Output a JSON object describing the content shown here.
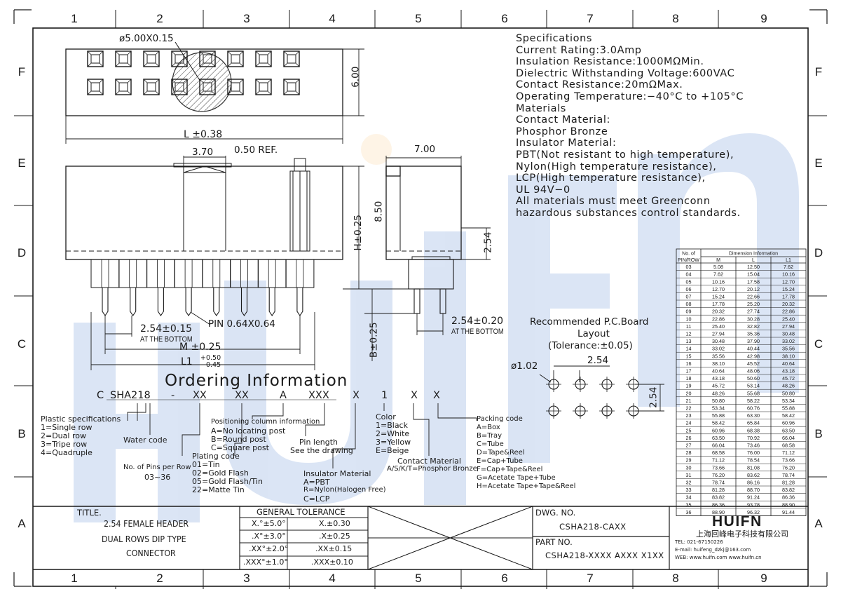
{
  "grid": {
    "columns": [
      "1",
      "2",
      "3",
      "4",
      "5",
      "6",
      "7",
      "8",
      "9"
    ],
    "rows": [
      "F",
      "E",
      "D",
      "C",
      "B",
      "A"
    ]
  },
  "watermark": "HUIFN",
  "dimensions": {
    "hole": "ø5.00X0.15",
    "height_top": "6.00",
    "length_top": "L ±0.38",
    "offset": "3.70",
    "ref": "0.50 REF.",
    "height_h": "H±0.25",
    "height_850": "8.50",
    "side_width": "7.00",
    "side_254": "2.54",
    "pitch": "2.54±0.15",
    "pitch_note": "AT THE BOTTOM",
    "pin": "PIN 0.64X0.64",
    "m": "M ±0.25",
    "l1": "L1",
    "l1_plus": "+0.50",
    "l1_minus": "−0.45",
    "b": "B±0.25",
    "side_pitch": "2.54±0.20",
    "side_pitch_note": "AT THE BOTTOM"
  },
  "specifications": [
    "Specifications",
    "Current Rating:3.0Amp",
    "Insulation Resistance:1000MΩMin.",
    "Dielectric Withstanding Voltage:600VAC",
    "Contact Resistance:20mΩMax.",
    "Operating Temperature:−40°C to +105°C",
    "Materials",
    "Contact Material:",
    "Phosphor Bronze",
    "Insulator Material:",
    "PBT(Not resistant to high temperature),",
    "Nylon(High temperature resistance),",
    "LCP(High temperature resistance),",
    "UL 94V−0",
    "All materials must meet Greenconn",
    "hazardous substances control standards."
  ],
  "pcb": {
    "title": "Recommended P.C.Board",
    "layout": "Layout",
    "tolerance": "(Tolerance:±0.05)",
    "hole": "ø1.02",
    "pitch_h": "2.54",
    "pitch_v": "2.54"
  },
  "ordering": {
    "title": "Ordering Information",
    "code_parts": [
      "C",
      "SHA218",
      "-",
      "XX",
      "XX",
      "A",
      "XXX",
      "X",
      "1",
      "X",
      "X"
    ],
    "plastic_title": "Plastic specifications",
    "plastic_items": [
      "1=Single row",
      "2=Dual row",
      "3=Tripe row",
      "4=Quadruple"
    ],
    "water_code": "Water code",
    "pins_per_row": "No. of Pins per Row",
    "pins_range": "03~36",
    "plating_title": "Plating code",
    "plating_items": [
      "01=Tin",
      "02=Gold Flash",
      "05=Gold Flash/Tin",
      "22=Matte Tin"
    ],
    "positioning_title": "Positioning column information",
    "positioning_items": [
      "A=No locating post",
      "B=Round post",
      "C=Square post"
    ],
    "insulator_title": "Insulator Material",
    "insulator_items": [
      "A=PBT",
      "R=Nylon(Halogen Free)",
      "C=LCP"
    ],
    "pin_length": "Pin length",
    "see_drawing": "See the drawing",
    "color_title": "Color",
    "color_items": [
      "1=Black",
      "2=White",
      "3=Yellow",
      "E=Beige"
    ],
    "contact_title": "Contact Material",
    "contact_value": "A/S/K/T=Phosphor Bronze",
    "packing_title": "Packing code",
    "packing_items": [
      "A=Box",
      "B=Tray",
      "C=Tube",
      "D=Tape&Reel",
      "E=Cap+Tube",
      "F=Cap+Tape&Reel",
      "G=Acetate Tape+Tube",
      "H=Acetate Tape+Tape&Reel"
    ]
  },
  "dim_table": {
    "hdr_no": "No. of",
    "hdr_pinrow": "PIN/ROW",
    "hdr_info": "Dimension Information",
    "cols": [
      "M",
      "L",
      "L1"
    ],
    "rows": [
      [
        "03",
        "5.08",
        "12.50",
        "7.62"
      ],
      [
        "04",
        "7.62",
        "15.04",
        "10.16"
      ],
      [
        "05",
        "10.16",
        "17.58",
        "12.70"
      ],
      [
        "06",
        "12.70",
        "20.12",
        "15.24"
      ],
      [
        "07",
        "15.24",
        "22.66",
        "17.78"
      ],
      [
        "08",
        "17.78",
        "25.20",
        "20.32"
      ],
      [
        "09",
        "20.32",
        "27.74",
        "22.86"
      ],
      [
        "10",
        "22.86",
        "30.28",
        "25.40"
      ],
      [
        "11",
        "25.40",
        "32.82",
        "27.94"
      ],
      [
        "12",
        "27.94",
        "35.36",
        "30.48"
      ],
      [
        "13",
        "30.48",
        "37.90",
        "33.02"
      ],
      [
        "14",
        "33.02",
        "40.44",
        "35.56"
      ],
      [
        "15",
        "35.56",
        "42.98",
        "38.10"
      ],
      [
        "16",
        "38.10",
        "45.52",
        "40.64"
      ],
      [
        "17",
        "40.64",
        "48.06",
        "43.18"
      ],
      [
        "18",
        "43.18",
        "50.60",
        "45.72"
      ],
      [
        "19",
        "45.72",
        "53.14",
        "48.26"
      ],
      [
        "20",
        "48.26",
        "55.68",
        "50.80"
      ],
      [
        "21",
        "50.80",
        "58.22",
        "53.34"
      ],
      [
        "22",
        "53.34",
        "60.76",
        "55.88"
      ],
      [
        "23",
        "55.88",
        "63.30",
        "58.42"
      ],
      [
        "24",
        "58.42",
        "65.84",
        "60.96"
      ],
      [
        "25",
        "60.96",
        "68.38",
        "63.50"
      ],
      [
        "26",
        "63.50",
        "70.92",
        "66.04"
      ],
      [
        "27",
        "66.04",
        "73.46",
        "68.58"
      ],
      [
        "28",
        "68.58",
        "76.00",
        "71.12"
      ],
      [
        "29",
        "71.12",
        "78.54",
        "73.66"
      ],
      [
        "30",
        "73.66",
        "81.08",
        "76.20"
      ],
      [
        "31",
        "76.20",
        "83.62",
        "78.74"
      ],
      [
        "32",
        "78.74",
        "86.16",
        "81.28"
      ],
      [
        "33",
        "81.28",
        "88.70",
        "83.82"
      ],
      [
        "34",
        "83.82",
        "91.24",
        "86.36"
      ],
      [
        "35",
        "86.36",
        "93.78",
        "88.90"
      ],
      [
        "36",
        "88.90",
        "96.32",
        "91.44"
      ]
    ]
  },
  "title_block": {
    "title_label": "TITLE.",
    "title_lines": [
      "2.54 FEMALE HEADER",
      "DUAL ROWS DIP TYPE",
      "CONNECTOR"
    ],
    "tolerance_title": "GENERAL  TOLERANCE",
    "tolerances": [
      [
        "X.°±5.0°",
        "X.±0.30"
      ],
      [
        ".X°±3.0°",
        ".X±0.25"
      ],
      [
        ".XX°±2.0°",
        ".XX±0.15"
      ],
      [
        ".XXX°±1.0°",
        ".XXX±0.10"
      ]
    ],
    "dwg_label": "DWG. NO.",
    "dwg_no": "CSHA218-CAXX",
    "part_label": "PART NO.",
    "part_no": "CSHA218-XXXX AXXX X1XX",
    "company_logo": "HUIFN",
    "company_name": "上海回峰电子科技有限公司",
    "tel": "TEL: 021-67150226",
    "email": "E-mail: huifeng_dzkj@163.com",
    "web": "WEB: www.huifn.com  www.huifn.cn"
  }
}
